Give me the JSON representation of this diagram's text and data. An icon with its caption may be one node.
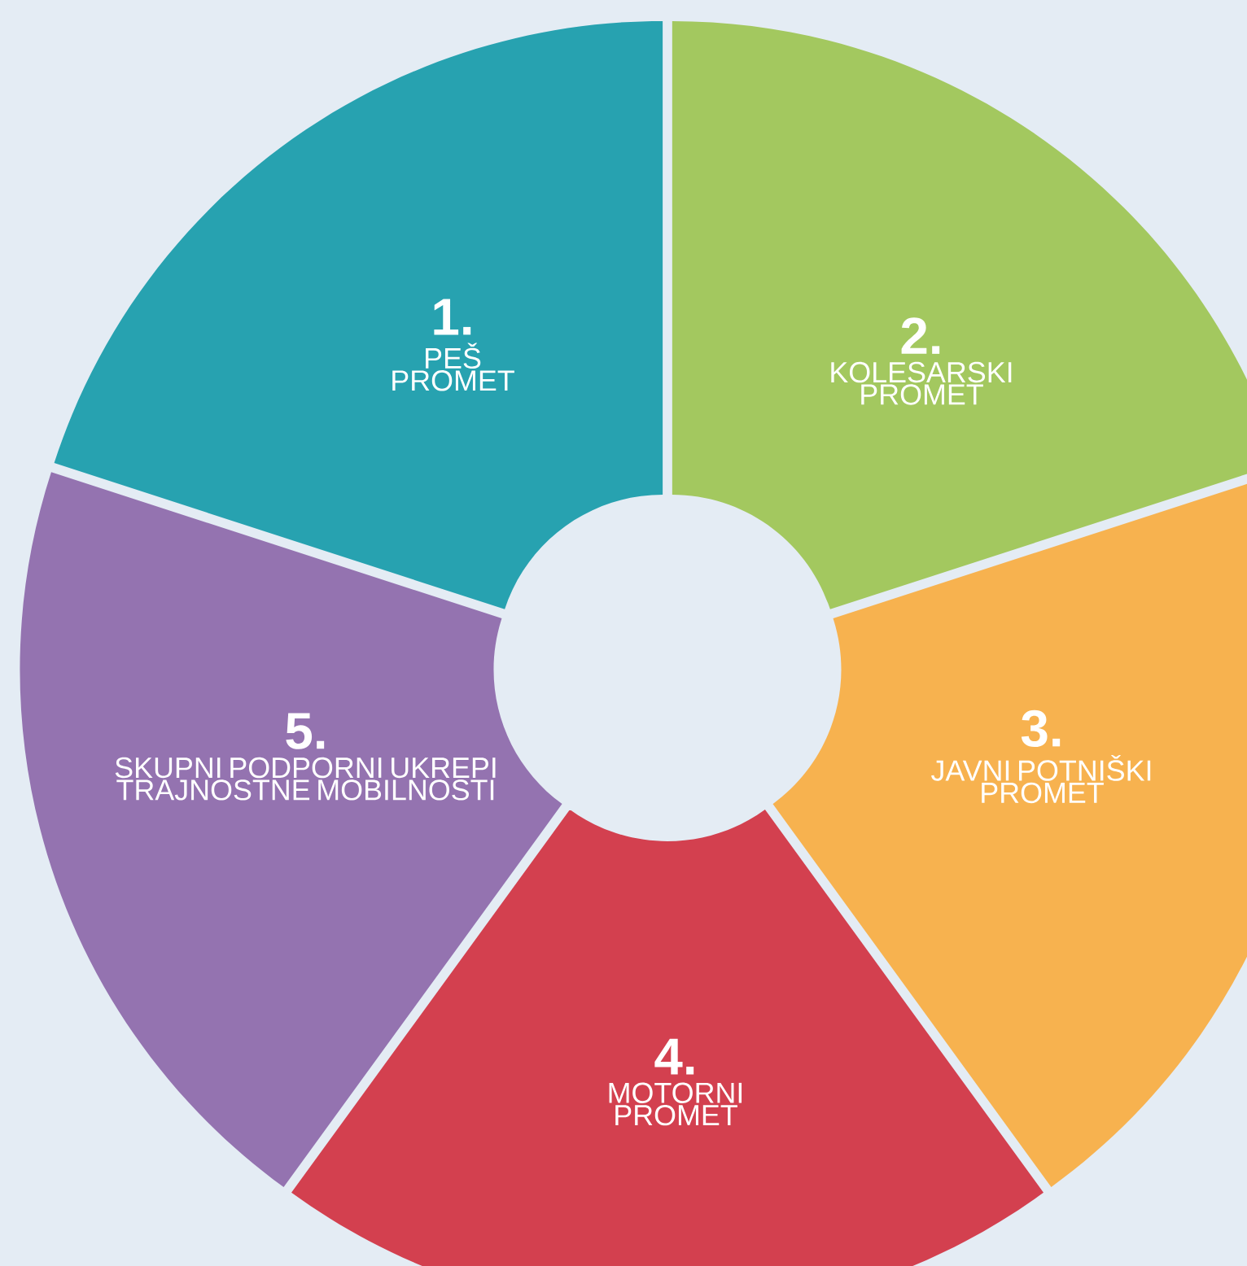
{
  "diagram": {
    "nodes": [
      {
        "text": [
          "1.",
          "PEŠ PROMET"
        ]
      },
      {
        "text": [
          "2.",
          "KOLESARSKI PROMET"
        ]
      },
      {
        "text": [
          "3.",
          "JAVNI POTNIŠKI PROMET"
        ]
      },
      {
        "text": [
          "4.",
          "MOTORNI PROMET"
        ]
      },
      {
        "text": [
          "5.",
          "SKUPNI PODPORNI UKREPI TRAJNOSTNE MOBILNOSTI"
        ]
      }
    ]
  }
}
